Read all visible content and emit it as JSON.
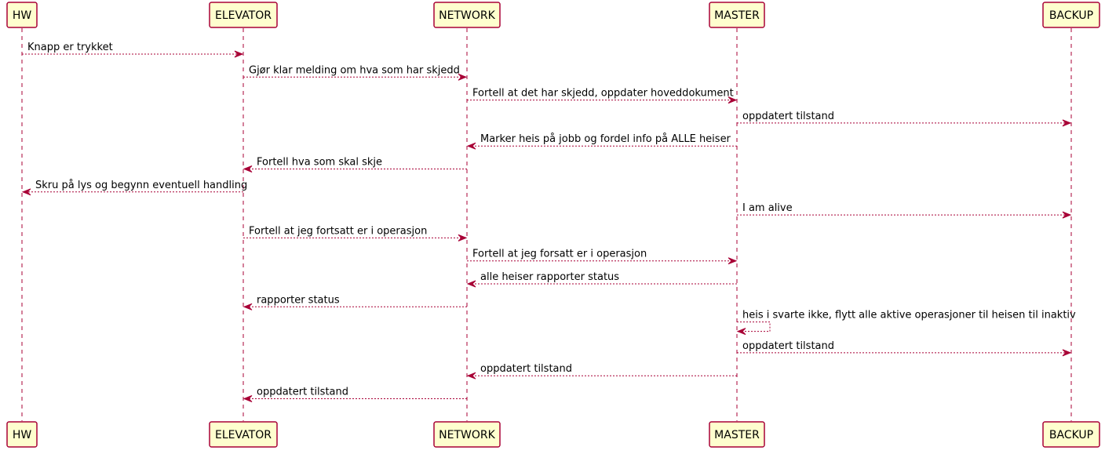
{
  "colors": {
    "accent": "#A80036",
    "participant_fill": "#FEFECE",
    "text": "#000000",
    "background": "#FFFFFF"
  },
  "participants": [
    {
      "id": "hw",
      "label": "HW"
    },
    {
      "id": "elevator",
      "label": "ELEVATOR"
    },
    {
      "id": "network",
      "label": "NETWORK"
    },
    {
      "id": "master",
      "label": "MASTER"
    },
    {
      "id": "backup",
      "label": "BACKUP"
    }
  ],
  "messages": [
    {
      "from": "hw",
      "to": "elevator",
      "label": "Knapp er trykket"
    },
    {
      "from": "elevator",
      "to": "network",
      "label": "Gjør klar melding om hva som har skjedd"
    },
    {
      "from": "network",
      "to": "master",
      "label": "Fortell at det har skjedd, oppdater hoveddokument"
    },
    {
      "from": "master",
      "to": "backup",
      "label": "oppdatert tilstand"
    },
    {
      "from": "master",
      "to": "network",
      "label": "Marker heis på jobb og fordel info på ALLE heiser"
    },
    {
      "from": "network",
      "to": "elevator",
      "label": "Fortell hva som skal skje"
    },
    {
      "from": "elevator",
      "to": "hw",
      "label": "Skru på lys og begynn eventuell handling"
    },
    {
      "from": "master",
      "to": "backup",
      "label": "I am alive"
    },
    {
      "from": "elevator",
      "to": "network",
      "label": "Fortell at jeg fortsatt er i operasjon"
    },
    {
      "from": "network",
      "to": "master",
      "label": "Fortell at jeg forsatt er i operasjon"
    },
    {
      "from": "master",
      "to": "network",
      "label": "alle heiser rapporter status"
    },
    {
      "from": "network",
      "to": "elevator",
      "label": "rapporter status"
    },
    {
      "from": "master",
      "to": "master",
      "label": "heis i svarte ikke, flytt alle aktive operasjoner til heisen til inaktiv"
    },
    {
      "from": "master",
      "to": "backup",
      "label": "oppdatert tilstand"
    },
    {
      "from": "master",
      "to": "network",
      "label": "oppdatert tilstand"
    },
    {
      "from": "network",
      "to": "elevator",
      "label": "oppdatert tilstand"
    }
  ]
}
